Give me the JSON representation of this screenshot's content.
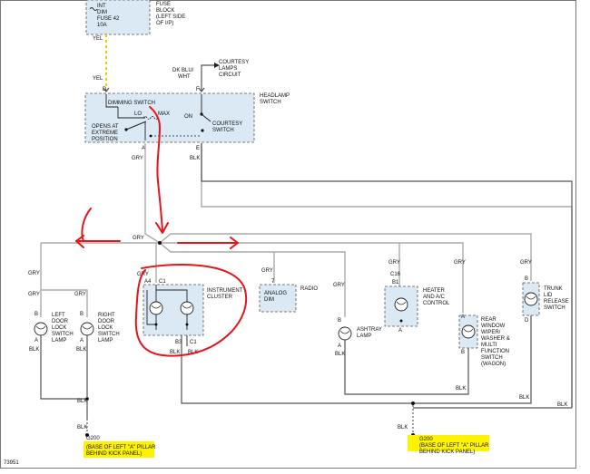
{
  "fuse_box": {
    "label_lines": [
      "INT",
      "DIM",
      "FUSE 42",
      "10A"
    ],
    "location_lines": [
      "FUSE",
      "BLOCK",
      "(LEFT SIDE",
      "OF I/P)"
    ]
  },
  "wires": {
    "yel_top": "YEL",
    "yel_mid": "YEL",
    "dk_blu_wht": [
      "DK BLU/",
      "WHT"
    ],
    "gry_headlamp": "GRY",
    "blk_headlamp": "BLK",
    "gry_bus": "GRY",
    "gry_left1": "GRY",
    "gry_left2": "GRY",
    "gry_right_door": "GRY",
    "gry_cluster": "GRY",
    "gry_radio": "GRY",
    "gry_ashtray": "GRY",
    "gry_heater": "GRY",
    "gry_wiper": "GRY",
    "gry_trunk": "GRY",
    "blk_left_lamp": "BLK",
    "blk_right_lamp": "BLK",
    "blk_cluster_a": "BLK",
    "blk_cluster_b": "BLK",
    "blk_ashtray": "BLK",
    "blk_wiper": "BLK",
    "blk_trunk": "BLK",
    "blk_right_bus": "BLK",
    "blk_left_ground1": "BLK",
    "blk_left_ground2": "BLK",
    "blk_right_ground": "BLK"
  },
  "courtesy_circuit": [
    "COURTESY",
    "LAMPS",
    "CIRCUIT"
  ],
  "headlamp_switch": {
    "title_lines": [
      "HEADLAMP",
      "SWITCH"
    ],
    "dimming_switch": "DIMMING SWITCH",
    "lo": "LO",
    "max": "MAX",
    "on": "ON",
    "courtesy_switch": [
      "COURTESY",
      "SWITCH"
    ],
    "opens_note": [
      "OPENS AT",
      "EXTREME",
      "POSITION"
    ],
    "pin_d": "D",
    "pin_f": "F",
    "pin_a": "A",
    "pin_e": "E"
  },
  "components": {
    "left_door_lamp": [
      "LEFT",
      "DOOR",
      "LOCK",
      "SWITCH",
      "LAMP"
    ],
    "right_door_lamp": [
      "RIGHT",
      "DOOR",
      "LOCK",
      "SWITCH",
      "LAMP"
    ],
    "instrument_cluster": [
      "INSTRUMENT",
      "CLUSTER"
    ],
    "analog_dim": [
      "ANALOG",
      "DIM"
    ],
    "radio": "RADIO",
    "ashtray_lamp": [
      "ASHTRAY",
      "LAMP"
    ],
    "heater_control": [
      "HEATER",
      "AND A/C",
      "CONTROL"
    ],
    "rear_wiper_switch": [
      "REAR",
      "WINDOW",
      "WIPER/",
      "WASHER &",
      "MULTI",
      "FUNCTION",
      "SWITCH",
      "(WAGON)"
    ],
    "trunk_switch": [
      "TRUNK",
      "LID",
      "RELEASE",
      "SWITCH"
    ]
  },
  "pins": {
    "left_lamp_b": "B",
    "left_lamp_a": "A",
    "right_lamp_b": "B",
    "right_lamp_a": "A",
    "cluster_a4": "A4",
    "cluster_c1_top": "C1",
    "cluster_b3": "B3",
    "cluster_c1_bot": "C1",
    "radio_pin": "7",
    "ashtray_b": "B",
    "ashtray_a": "A",
    "heater_c16": "C16",
    "heater_b1": "B1",
    "heater_a": "A",
    "wiper_a": "A",
    "wiper_b": "B",
    "trunk_b": "B",
    "trunk_d": "D"
  },
  "grounds": {
    "left_id": "G200",
    "left_note": [
      "(BASE OF LEFT \"A\" PILLAR",
      "BEHIND KICK PANEL)"
    ],
    "right_id": "G200",
    "right_note": [
      "(BASE OF LEFT \"A\" PILLAR",
      "BEHIND KICK PANEL)"
    ]
  },
  "figure_id": "73951",
  "colors": {
    "annotation_red": "#e8141b",
    "highlight_yellow": "#fff200",
    "component_fill": "#dbe9f4"
  }
}
